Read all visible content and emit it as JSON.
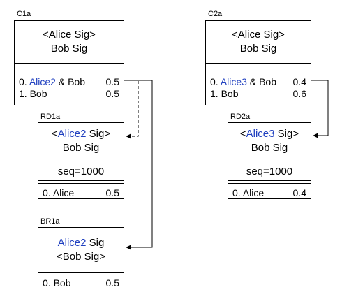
{
  "boxes": {
    "c1a": {
      "label": "C1a",
      "sig1": "<Alice Sig>",
      "sig2": "Bob Sig",
      "rows": [
        {
          "idx": "0.",
          "name_blue": "Alice2",
          "rest": "& Bob",
          "value": "0.5"
        },
        {
          "idx": "1.",
          "name": "Bob",
          "value": "0.5"
        }
      ]
    },
    "c2a": {
      "label": "C2a",
      "sig1": "<Alice Sig>",
      "sig2": "Bob Sig",
      "rows": [
        {
          "idx": "0.",
          "name_blue": "Alice3",
          "rest": "& Bob",
          "value": "0.4"
        },
        {
          "idx": "1.",
          "name": "Bob",
          "value": "0.6"
        }
      ]
    },
    "rd1a": {
      "label": "RD1a",
      "sig1_pre": "<",
      "sig1_blue": "Alice2",
      "sig1_post": " Sig>",
      "sig2": "Bob Sig",
      "seq": "seq=1000",
      "rows": [
        {
          "idx": "0.",
          "name": "Alice",
          "value": "0.5"
        }
      ]
    },
    "rd2a": {
      "label": "RD2a",
      "sig1_pre": "<",
      "sig1_blue": "Alice3",
      "sig1_post": " Sig>",
      "sig2": "Bob Sig",
      "seq": "seq=1000",
      "rows": [
        {
          "idx": "0.",
          "name": "Alice",
          "value": "0.4"
        }
      ]
    },
    "br1a": {
      "label": "BR1a",
      "sig1_blue": "Alice2",
      "sig1_post": " Sig",
      "sig2": "<Bob Sig>",
      "rows": [
        {
          "idx": "0.",
          "name": "Bob",
          "value": "0.5"
        }
      ]
    }
  },
  "colors": {
    "highlight": "#1f3fbf",
    "line": "#000000"
  }
}
